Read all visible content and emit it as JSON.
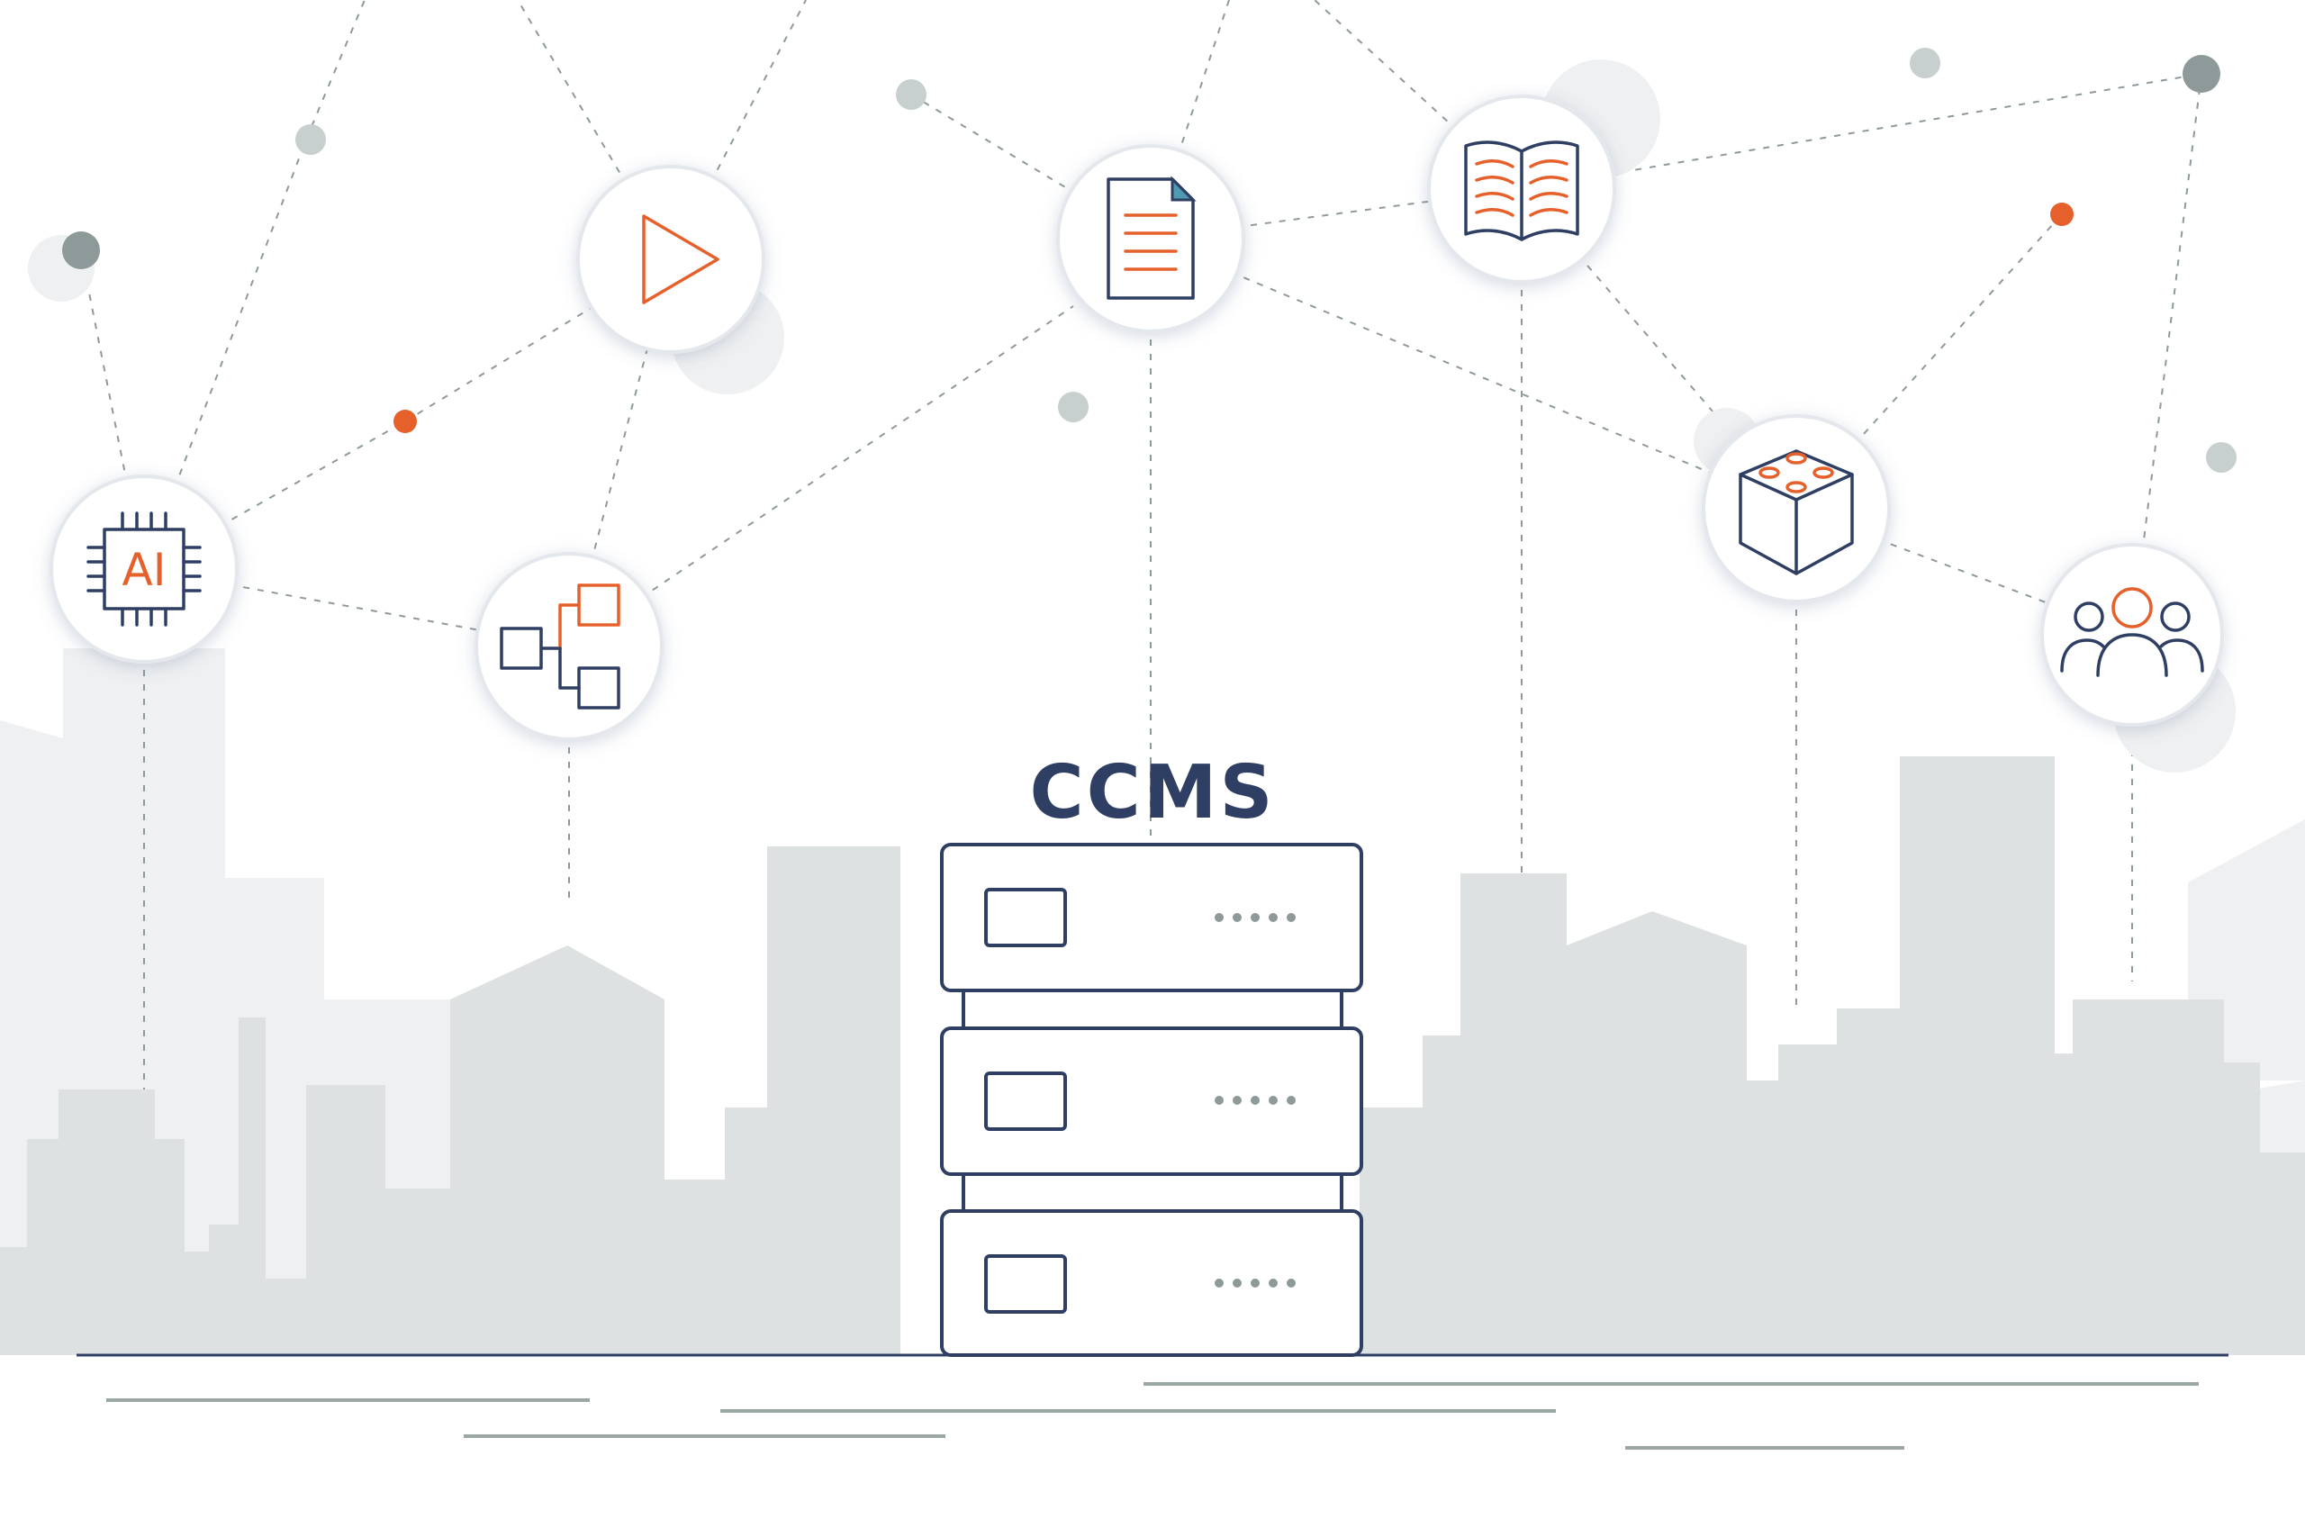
{
  "diagram": {
    "central_label": "CCMS",
    "nodes": [
      {
        "id": "ai",
        "icon": "ai-chip-icon",
        "label": "AI"
      },
      {
        "id": "play",
        "icon": "play-icon"
      },
      {
        "id": "structure",
        "icon": "hierarchy-icon"
      },
      {
        "id": "document",
        "icon": "document-icon"
      },
      {
        "id": "book",
        "icon": "open-book-icon"
      },
      {
        "id": "module",
        "icon": "building-block-icon"
      },
      {
        "id": "team",
        "icon": "team-icon"
      }
    ],
    "server_units": 3
  },
  "colors": {
    "navy": "#2f3f63",
    "orange": "#e5602b",
    "gray_dot": "#c7d0cf",
    "dark_dot": "#8e9a99",
    "skyline_front": "#dde1e1",
    "skyline_back": "#eef0f1"
  }
}
